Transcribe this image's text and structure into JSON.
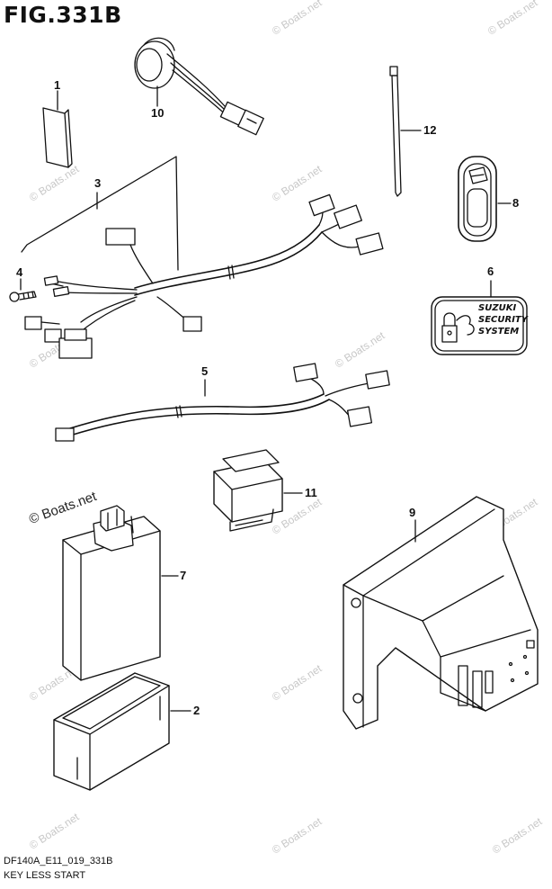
{
  "figure": {
    "title": "FIG.331B",
    "footer_code": "DF140A_E11_019_331B",
    "footer_caption": "KEY LESS START"
  },
  "badge": {
    "line1": "SUZUKI",
    "line2": "SECURITY",
    "line3": "SYSTEM"
  },
  "watermark_text": "© Boats.net",
  "labels": {
    "p1": "1",
    "p2": "2",
    "p3": "3",
    "p4": "4",
    "p5": "5",
    "p6": "6",
    "p7": "7",
    "p8": "8",
    "p9": "9",
    "p10": "10",
    "p11": "11",
    "p12": "12"
  }
}
